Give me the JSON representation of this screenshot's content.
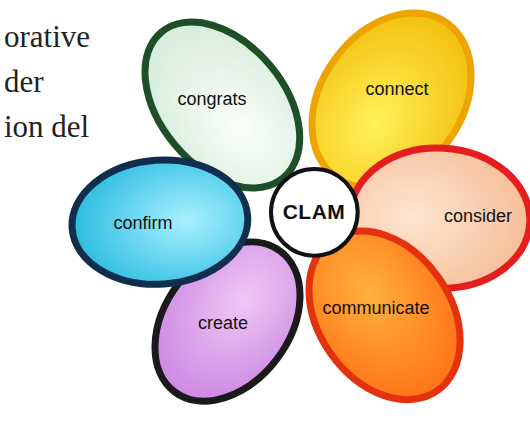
{
  "diagram": {
    "title": "orative der ion del",
    "nodes": [
      {
        "text": [
          "CLAM"
        ]
      },
      {
        "text": [
          "congrats"
        ]
      },
      {
        "text": [
          "connect"
        ]
      },
      {
        "text": [
          "consider"
        ]
      },
      {
        "text": [
          "communicate"
        ]
      },
      {
        "text": [
          "create"
        ]
      },
      {
        "text": [
          "confirm"
        ]
      }
    ]
  }
}
